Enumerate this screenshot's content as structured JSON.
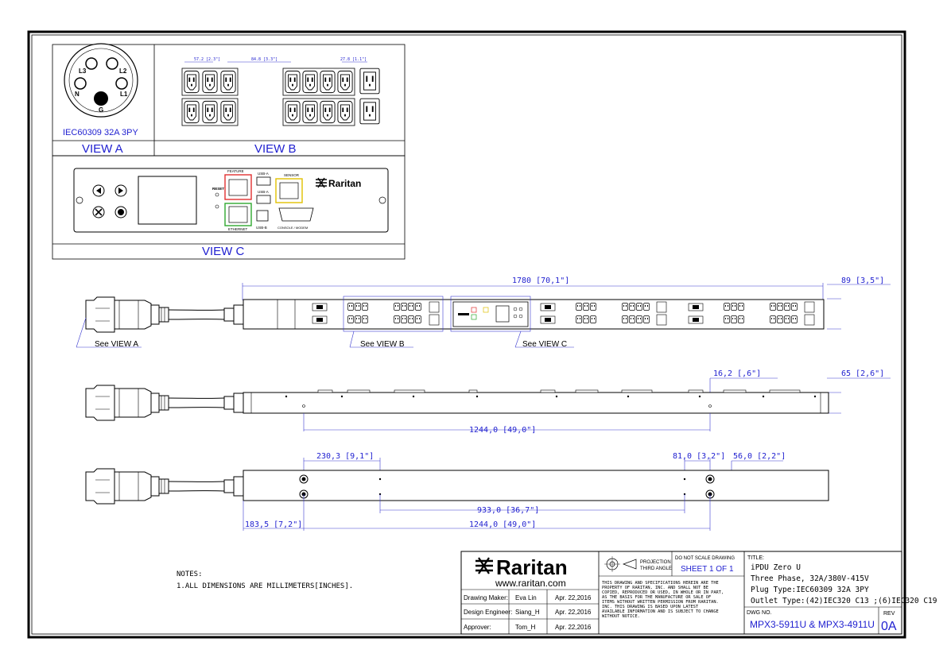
{
  "views": {
    "view_a": {
      "title": "VIEW A",
      "plug_label": "IEC60309 32A 3PY",
      "pins": [
        "L3",
        "L2",
        "N",
        "L1",
        "G"
      ]
    },
    "view_b": {
      "title": "VIEW B",
      "dims": [
        "57.2 [2.3\"]",
        "84.8 [3.3\"]",
        "27.8 [1.1\"]"
      ]
    },
    "view_c": {
      "title": "VIEW C",
      "reset": "RESET",
      "feature": "FEATURE",
      "ethernet": "ETHERNET",
      "usb_a_1": "USB-A",
      "usb_a_2": "USB-A",
      "usb_b": "USB-B",
      "sensor": "SENSOR",
      "console": "CONSOLE / MODEM",
      "brand": "Raritan"
    }
  },
  "elevation_front": {
    "total_length": "1780 [70,1\"]",
    "height": "89 [3,5\"]",
    "callouts": [
      "See VIEW A",
      "See VIEW B",
      "See VIEW C"
    ]
  },
  "elevation_side": {
    "mount_offset": "16,2 [,6\"]",
    "depth": "65 [2,6\"]",
    "button_spacing": "1244,0 [49,0\"]"
  },
  "elevation_back": {
    "top_left": "230,3 [9,1\"]",
    "top_right_a": "81,0 [3,2\"]",
    "top_right_b": "56,0 [2,2\"]",
    "mid": "933,0 [36,7\"]",
    "bottom_left": "183,5 [7,2\"]",
    "bottom": "1244,0 [49,0\"]"
  },
  "notes": {
    "heading": "NOTES:",
    "line1": "1.ALL DIMENSIONS ARE MILLIMETERS[INCHES]."
  },
  "title_block": {
    "brand": "Raritan",
    "url": "www.raritan.com",
    "rows": [
      {
        "role": "Drawing Maker:",
        "name": "Eva Lin",
        "date": "Apr. 22,2016"
      },
      {
        "role": "Design Engineer:",
        "name": "Siang_H",
        "date": "Apr. 22,2016"
      },
      {
        "role": "Approver:",
        "name": "Tom_H",
        "date": "Apr. 22,2016"
      }
    ],
    "projection_1": "PROJECTION",
    "projection_2": "THIRD ANGLE",
    "no_scale": "DO NOT SCALE DRAWING",
    "sheet": "SHEET 1 OF 1",
    "disclaimer": [
      "THIS DRAWING AND SPECIFICATIONS HEREIN ARE THE",
      "PROPERTY OF RARITAN, INC. AND SHALL NOT BE",
      "COPIED, REPRODUCED OR USED, IN WHOLE OR IN PART,",
      "AS THE BASIS FOR THE MANUFACTURE OR SALE OF",
      "ITEMS WITHOUT WRITTEN PERMISSION FROM RARITAN.",
      "INC. THIS DRAWING IS BASED UPON LATEST",
      "AVAILABLE INFORMATION AND IS SUBJECT TO CHANGE",
      "WITHOUT NOTICE."
    ],
    "title_label": "TITLE:",
    "title_lines": [
      "iPDU Zero U",
      "Three Phase, 32A/380V-415V",
      "Plug Type:IEC60309 32A 3PY",
      "Outlet Type:(42)IEC320 C13 ;(6)IEC320 C19"
    ],
    "dwg_label": "DWG NO.",
    "dwg_no": "MPX3-5911U & MPX3-4911U",
    "rev_label": "REV",
    "rev": "0A"
  },
  "colors": {
    "dimension_blue": "#1f1fd0",
    "feature_red": "#e03030",
    "ethernet_green": "#2fa82f",
    "sensor_yellow": "#e0c000"
  }
}
